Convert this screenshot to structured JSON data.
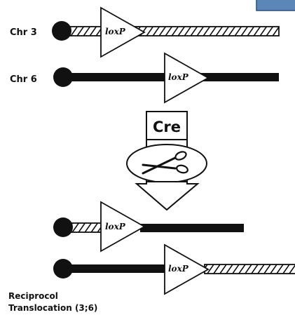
{
  "chromosomes": {
    "chr3": {
      "label": "Chr 3",
      "site": "loxP"
    },
    "chr6": {
      "label": "Chr 6",
      "site": "loxP"
    }
  },
  "enzyme": {
    "label": "Cre"
  },
  "products": {
    "top_site": "loxP",
    "bottom_site": "loxP",
    "caption_line1": "Reciprocol",
    "caption_line2": "Translocation (3;6)"
  },
  "colors": {
    "line": "#111111",
    "panel_corner": "#5b86b8"
  },
  "icons": [
    "scissors-icon",
    "down-arrow-icon",
    "centromere-icon"
  ]
}
